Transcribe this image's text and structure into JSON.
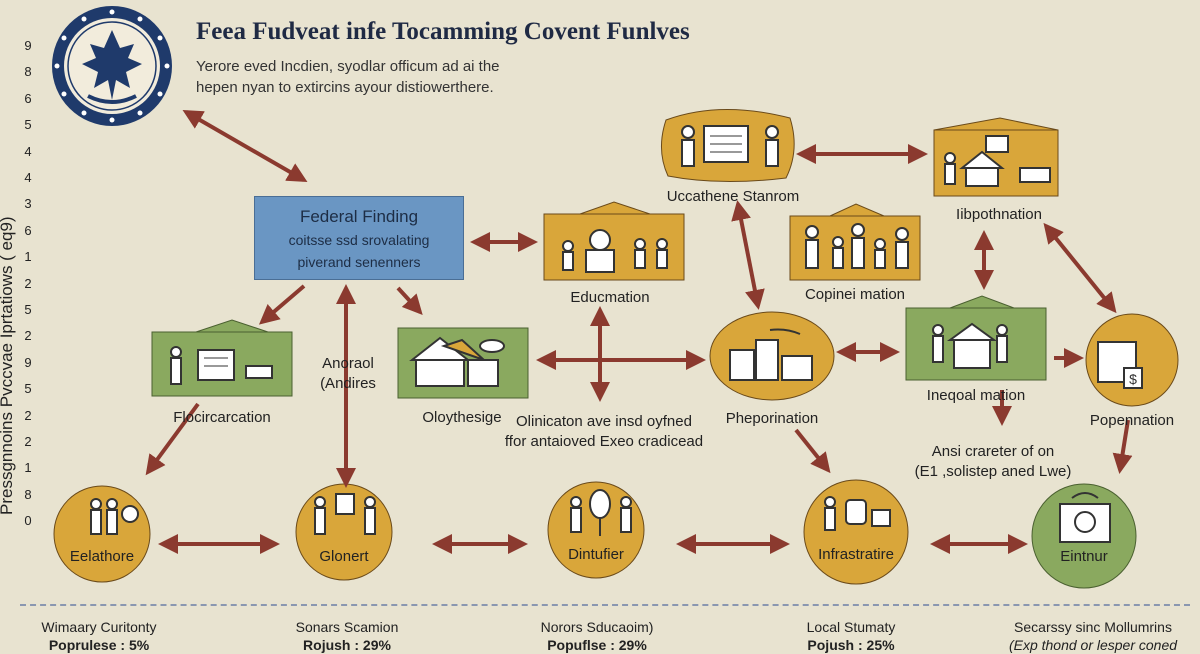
{
  "header": {
    "title": "Feea Fudveat infe Tocamming Covent Funlves",
    "subtitle_line1": "Yerore eved Incdien, syodlar officum ad ai the",
    "subtitle_line2": "hepen nyan to extircins ayour distiowerthere."
  },
  "y_axis": {
    "title": "Pressgnnoins Pvccvae Iprtatiows ( eq9)",
    "ticks": [
      "9",
      "8",
      "6",
      "5",
      "4",
      "4",
      "3",
      "6",
      "1",
      "2",
      "5",
      "2",
      "9",
      "5",
      "2",
      "2",
      "1",
      "8",
      "0"
    ]
  },
  "federal_box": {
    "title": "Federal Finding",
    "line1": "coitsse ssd srovalating",
    "line2": "piverand senenners"
  },
  "nodes": {
    "flocircation": "Flocircarcation",
    "oloythesige": "Oloythesige",
    "education": "Educmation",
    "ucathene": "Uccathene Stanrom",
    "copinei": "Copinei mation",
    "ilopothnation": "Iibpothnation",
    "ineqoal": "Ineqoal mation",
    "phepornation": "Pheporination",
    "popennation": "Popennation"
  },
  "annotations": {
    "anoraol_1": "Anoraol",
    "anoraol_2": "(Andires",
    "olinicaton_1": "Olinicaton ave insd oyfned",
    "olinicaton_2": "ffor antaioved Exeo cradicead",
    "ansi_1": "Ansi crareter of on",
    "ansi_2": "(E1 ,solistep aned Lwe)"
  },
  "circles": {
    "eelathore": "Eelathore",
    "glonert": "Glonert",
    "dintufier": "Dintufier",
    "infrastratire": "Infrastratire",
    "eintnur": "Eintnur"
  },
  "footer": {
    "col1": {
      "title": "Wimaary Curitonty",
      "value": "Poprulese : 5%"
    },
    "col2": {
      "title": "Sonars Scamion",
      "value": "Rojush : 29%"
    },
    "col3": {
      "title": "Norors Sducaoim)",
      "value": "Popuflse : 29%"
    },
    "col4": {
      "title": "Local Stumaty",
      "value": "Pojush : 25%"
    },
    "col5": {
      "title": "Secarssy sinc Mollumrins",
      "value": "(Exp thond or lesper coned"
    }
  },
  "colors": {
    "background": "#e8e3d0",
    "arrow": "#8b3a2f",
    "mustard": "#d9a63a",
    "green": "#8aa95f",
    "blue_box": "#6a96c3",
    "navy": "#1f3a6b"
  }
}
